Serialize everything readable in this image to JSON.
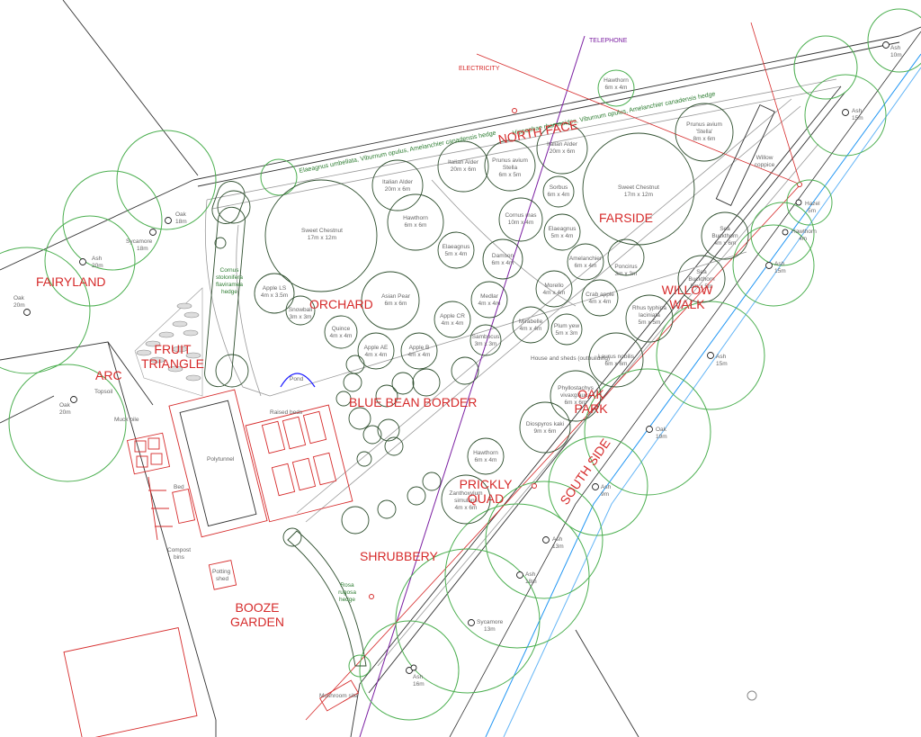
{
  "utilities": {
    "telephone": "TELEPHONE",
    "electricity": "ELECTRICITY"
  },
  "hedges": {
    "north": "Elaeagnus umbellata, Viburnum opulus, Amelanchier canadensis hedge",
    "north2": "Hippophae rhamnoides, Viburnum opulus, Amelanchier canadensis hedge",
    "cornus": [
      "Cornus",
      "stolonifera",
      "flaviramea",
      "hedge"
    ],
    "rosa": [
      "Rosa",
      "rugosa",
      "hedge"
    ]
  },
  "zones": {
    "north_face": "NORTH FACE",
    "farside": "FARSIDE",
    "orchard": "ORCHARD",
    "fairyland": "FAIRYLAND",
    "fruit1": "FRUIT",
    "fruit2": "TRIANGLE",
    "arc": "ARC",
    "willow1": "WILLOW",
    "willow2": "WALK",
    "blue_bean": "BLUE BEAN BORDER",
    "oak1": "OAK",
    "oak2": "PARK",
    "south_side": "SOUTH SIDE",
    "prickly1": "PRICKLY",
    "prickly2": "QUAD",
    "shrubbery": "SHRUBBERY",
    "booze1": "BOOZE",
    "booze2": "GARDEN"
  },
  "trees": {
    "ash10": [
      "Ash",
      "10m"
    ],
    "ash15a": [
      "Ash",
      "15m"
    ],
    "hazel": [
      "Hazel",
      "5m"
    ],
    "hawthorn4": [
      "Hawthorn",
      "4m"
    ],
    "ash15b": [
      "Ash",
      "15m"
    ],
    "ash15c": [
      "Ash",
      "15m"
    ],
    "oak19": [
      "Oak",
      "19m"
    ],
    "ash9": [
      "Ash",
      "9m"
    ],
    "ash13": [
      "Ash",
      "13m"
    ],
    "ash18": [
      "Ash",
      "18m"
    ],
    "sycamore13": [
      "Sycamore",
      "13m"
    ],
    "ash16": [
      "Ash",
      "16m"
    ],
    "oak18": [
      "Oak",
      "18m"
    ],
    "sycamore18": [
      "Sycamore",
      "18m"
    ],
    "ash20": [
      "Ash",
      "20m"
    ],
    "oak20a": [
      "Oak",
      "20m"
    ],
    "oak20b": [
      "Oak",
      "20m"
    ],
    "hawthorn_hedge": [
      "Hawthorn",
      "6m x 4m"
    ],
    "prunus": [
      "Prunus avium",
      "'Stella'",
      "8m x 6m"
    ],
    "willow": [
      "Willow",
      "coppice"
    ],
    "sweet_chestnut_e": [
      "Sweet Chestnut",
      "17m x 12m"
    ],
    "sweet_chestnut_w": [
      "Sweet Chestnut",
      "17m x 12m"
    ],
    "sea_buck1": [
      "Sea",
      "Buckthorn",
      "4m x 6m"
    ],
    "sea_buck2": [
      "Sea",
      "Buckthorn",
      "5m x 5m"
    ],
    "italian_alder1": [
      "Italian Alder",
      "20m x 6m"
    ],
    "italian_alder2": [
      "Italian Alder",
      "20m x 6m"
    ],
    "italian_alder3": [
      "Italian Alder",
      "20m x 6m"
    ],
    "prunus_cerasifera": [
      "Prunus avium",
      "Stella",
      "6m x 5m"
    ],
    "sorbus": [
      "Sorbus",
      "6m x 4m"
    ],
    "cornus_mas": [
      "Cornus mas",
      "10m x 4m"
    ],
    "hawthorn_o": [
      "Hawthorn",
      "6m x 6m"
    ],
    "elaeagnus1": [
      "Elaeagnus",
      "5m x 4m"
    ],
    "elaeagnus2": [
      "Elaeagnus",
      "5m x 4m"
    ],
    "damson": [
      "Damson",
      "6m x 4m"
    ],
    "amelanchier": [
      "Amelanchier",
      "6m x 4m"
    ],
    "poncirus": [
      "Poncirus",
      "3m x 3m"
    ],
    "apple_ls": [
      "Apple LS",
      "4m x 3.5m"
    ],
    "snowball": [
      "Snowball",
      "3m x 3m"
    ],
    "asian_pear": [
      "Asian Pear",
      "6m x 6m"
    ],
    "medlar": [
      "Medlar",
      "4m x 4m"
    ],
    "morello": [
      "Morello",
      "4m x 4m"
    ],
    "crab_apple": [
      "Crab apple",
      "4m x 4m"
    ],
    "rhus": [
      "Rhus typhina",
      "laciniata",
      "5m x 5m"
    ],
    "quince": [
      "Quince",
      "4m x 4m"
    ],
    "apple_cr": [
      "Apple CR",
      "4m x 4m"
    ],
    "mirabelle": [
      "Mirabelle",
      "4m x 4m"
    ],
    "plum_yew": [
      "Plum yew",
      "5m x 3m"
    ],
    "sambucus": [
      "Sambucus",
      "3m x 3m"
    ],
    "apple_ae": [
      "Apple AE",
      "4m x 4m"
    ],
    "apple_b": [
      "Apple B",
      "4m x 4m"
    ],
    "laurus": [
      "Laurus nobilis",
      "6m x 6m"
    ],
    "phyllostachys": [
      "Phyllostachys",
      "vivaxglauca",
      "6m x 6m"
    ],
    "diospyros": [
      "Diospyros kaki",
      "9m x 6m"
    ],
    "hawthorn_pq": [
      "Hawthorn",
      "6m x 4m"
    ],
    "zanthoxylum": [
      "Zanthoxylum",
      "simulans",
      "4m x 6m"
    ]
  },
  "features": {
    "topsoil": "Topsoil",
    "muck_pile": "Muck pile",
    "polytunnel": "Polytunnel",
    "raised_beds": "Raised beds",
    "pond": "Pond",
    "bed": "Bed",
    "compost": [
      "Compost",
      "bins"
    ],
    "potting": [
      "Potting",
      "shed"
    ],
    "mushroom": "Mushroom site",
    "house": "House and sheds (outbuilding)"
  }
}
